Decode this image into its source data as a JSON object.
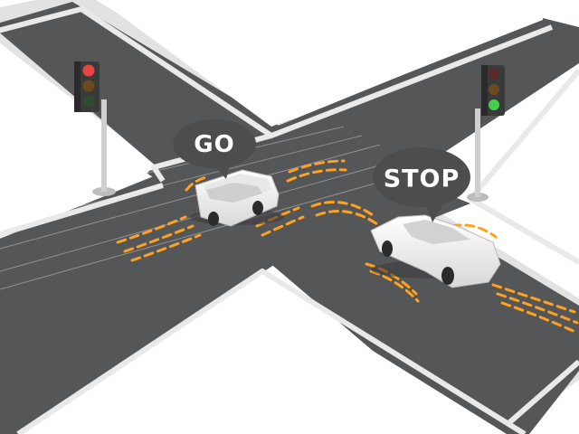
{
  "scene": {
    "go_label": "GO",
    "stop_label": "STOP",
    "colors": {
      "road": "#555658",
      "road_edge": "#d9d9d9",
      "curb": "#e6e6e6",
      "sensor_wave": "#ffa21f",
      "bubble": "#4d4d4d",
      "car_body": "#f5f5f5",
      "signal_red": "#e94343",
      "signal_green": "#43d04d",
      "signal_off": "#7a5a2a",
      "pole": "#c8c8c8"
    },
    "traffic_lights": [
      {
        "name": "left-traffic-light",
        "active_signal": "red"
      },
      {
        "name": "right-traffic-light",
        "active_signal": "green"
      }
    ],
    "vehicles": [
      {
        "name": "minivan",
        "status": "GO"
      },
      {
        "name": "sedan",
        "status": "STOP"
      }
    ]
  }
}
